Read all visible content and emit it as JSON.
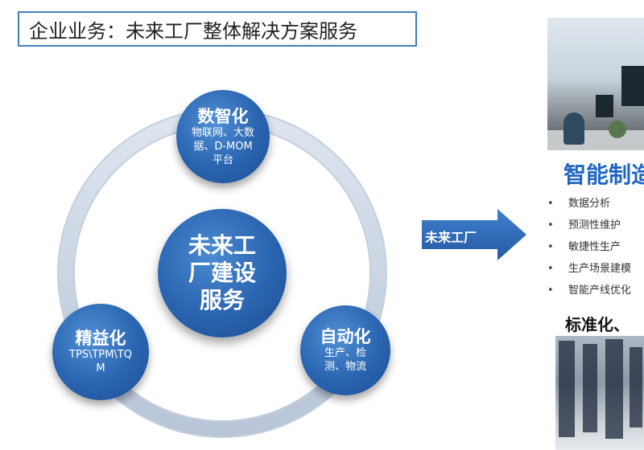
{
  "title": "企业业务：未来工厂整体解决方案服务",
  "diagram": {
    "center": "未来工厂建设服务",
    "nodes": [
      {
        "name": "数智化",
        "desc": "物联网、大数据、D-MOM平台"
      },
      {
        "name": "自动化",
        "desc": "生产、检测、物流"
      },
      {
        "name": "精益化",
        "desc": "TPS\\TPM\\TQM"
      }
    ],
    "arrow_label": "未来工厂"
  },
  "right_panel": {
    "heading": "智能制造",
    "bullets": [
      "数据分析",
      "预测性维护",
      "敏捷性生产",
      "生产场景建模",
      "智能产线优化"
    ],
    "subheading": "标准化、"
  },
  "colors": {
    "node_blue": "#2a64b0",
    "ring": "#c3d0e2",
    "title_border": "#3f7fbf",
    "heading_blue": "#1f66c4"
  }
}
